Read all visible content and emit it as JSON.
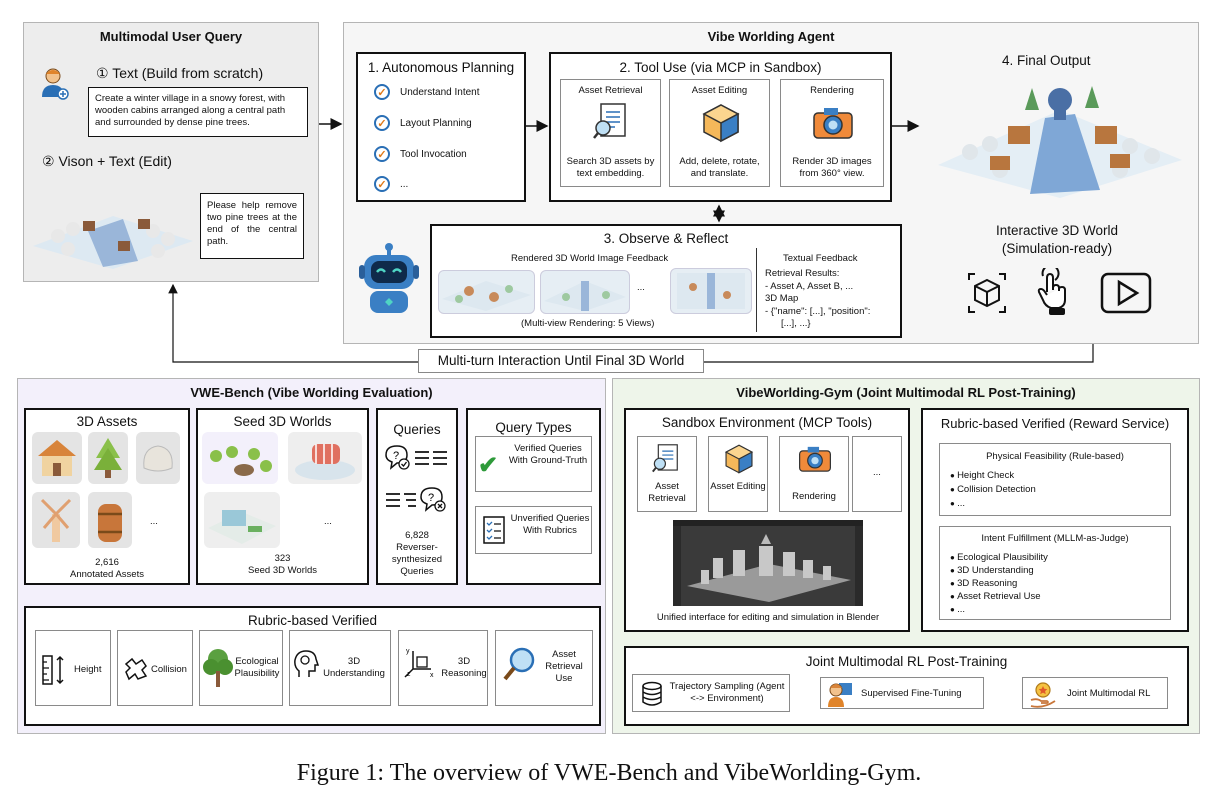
{
  "user_query": {
    "title": "Multimodal User Query",
    "text_mode": "① Text (Build from scratch)",
    "text_prompt": "Create a winter village in a snowy forest, with wooden cabins arranged along a central path and surrounded by dense pine trees.",
    "vision_mode": "② Vison + Text (Edit)",
    "edit_prompt": "Please help remove two pine trees at the end of the central path."
  },
  "agent": {
    "title": "Vibe Worlding Agent",
    "planning": {
      "title": "1. Autonomous Planning",
      "items": [
        "Understand Intent",
        "Layout Planning",
        "Tool Invocation",
        "..."
      ]
    },
    "tool_use": {
      "title": "2. Tool Use (via MCP in Sandbox)",
      "tools": [
        {
          "name": "Asset Retrieval",
          "desc": "Search 3D assets by text embedding."
        },
        {
          "name": "Asset Editing",
          "desc": "Add, delete, rotate, and translate."
        },
        {
          "name": "Rendering",
          "desc": "Render 3D images from 360° view."
        }
      ]
    },
    "observe": {
      "title": "3. Observe & Reflect",
      "image_feedback": "Rendered 3D World Image Feedback",
      "ellipsis": "...",
      "multiview": "(Multi-view Rendering: 5 Views)",
      "textual_title": "Textual Feedback",
      "textual_lines": [
        "Retrieval Results:",
        "- Asset A, Asset B, ...",
        "3D Map",
        "-   {\"name\": [...], \"position\":",
        "[...], ...}"
      ]
    },
    "final_output": {
      "title": "4. Final Output",
      "world_line1": "Interactive 3D World",
      "world_line2": "(Simulation-ready)"
    },
    "loop_label": "Multi-turn Interaction Until Final 3D World"
  },
  "bench": {
    "title": "VWE-Bench (Vibe Worlding Evaluation)",
    "assets": {
      "title": "3D Assets",
      "ellipsis": "...",
      "count": "2,616",
      "label": "Annotated Assets"
    },
    "seeds": {
      "title": "Seed 3D Worlds",
      "ellipsis": "...",
      "count": "323",
      "label": "Seed 3D Worlds"
    },
    "queries": {
      "title": "Queries",
      "count": "6,828",
      "label": "Reverser-synthesized Queries"
    },
    "query_types": {
      "title": "Query Types",
      "verified": "Verified Queries With Ground-Truth",
      "unverified": "Unverified Queries With Rubrics"
    },
    "rubric": {
      "title": "Rubric-based Verified",
      "items": [
        "Height",
        "Collision",
        "Ecological Plausibility",
        "3D Understanding",
        "3D Reasoning",
        "Asset Retrieval Use"
      ]
    }
  },
  "gym": {
    "title": "VibeWorlding-Gym (Joint Multimodal RL Post-Training)",
    "sandbox": {
      "title": "Sandbox Environment (MCP Tools)",
      "tools": [
        "Asset Retrieval",
        "Asset Editing",
        "Rendering",
        "..."
      ],
      "caption": "Unified interface for editing and simulation in Blender"
    },
    "reward": {
      "title": "Rubric-based Verified (Reward Service)",
      "physical_title": "Physical Feasibility (Rule-based)",
      "physical_items": [
        "Height Check",
        "Collision Detection",
        "..."
      ],
      "intent_title": "Intent Fulfillment (MLLM-as-Judge)",
      "intent_items": [
        "Ecological Plausibility",
        "3D Understanding",
        "3D Reasoning",
        "Asset Retrieval Use",
        "..."
      ]
    },
    "rl": {
      "title": "Joint Multimodal RL Post-Training",
      "steps": [
        "Trajectory Sampling (Agent <-> Environment)",
        "Supervised Fine-Tuning",
        "Joint Multimodal RL"
      ]
    }
  },
  "figure_caption": "Figure 1: The overview of VWE-Bench and VibeWorlding-Gym.",
  "colors": {
    "query_bg": "#ededed",
    "bench_bg": "#f3f0fb",
    "gym_bg": "#eef5ea",
    "check": "#2e9a3a",
    "accent": "#2a6fb5"
  }
}
